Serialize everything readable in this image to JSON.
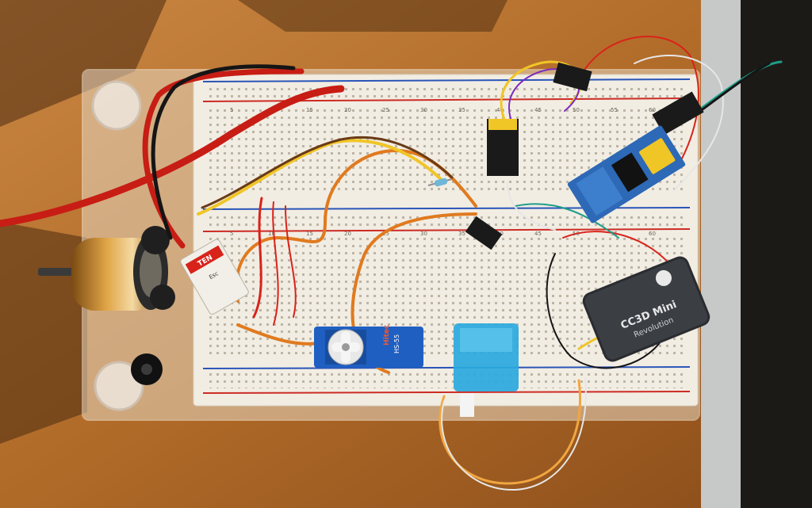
{
  "scene": {
    "ruler_marks": [
      "5",
      "10",
      "15",
      "20",
      "25",
      "30",
      "35",
      "40",
      "45",
      "50",
      "55",
      "60"
    ],
    "esc_label_brand": "TEN",
    "esc_label_line2": "Esc",
    "servo_blue_label_brand": "Hitec",
    "servo_blue_label_model": "HS-55",
    "fc_label_line1": "CC3D Mini",
    "fc_label_line2": "Revolution",
    "colors": {
      "table": "#b8742f",
      "table_shadow": "#5e3414",
      "acrylic": "#e8ddd0",
      "breadboard": "#f1ece2",
      "rail_red": "#cc2b24",
      "rail_blue": "#2a55b8",
      "wire_red": "#d8231a",
      "wire_black": "#1a1a1a",
      "wire_orange": "#e07a1f",
      "wire_yellow": "#f0c526",
      "wire_green": "#1f9d88",
      "wire_white": "#e6e6e6",
      "wire_brown": "#6a3b16",
      "servo_blue": "#1f5fc2",
      "servo_cyan": "#2aa9de",
      "fc_body": "#3b3f44",
      "bt_module": "#2d69b6",
      "motor_gold": "#c9892b"
    }
  }
}
